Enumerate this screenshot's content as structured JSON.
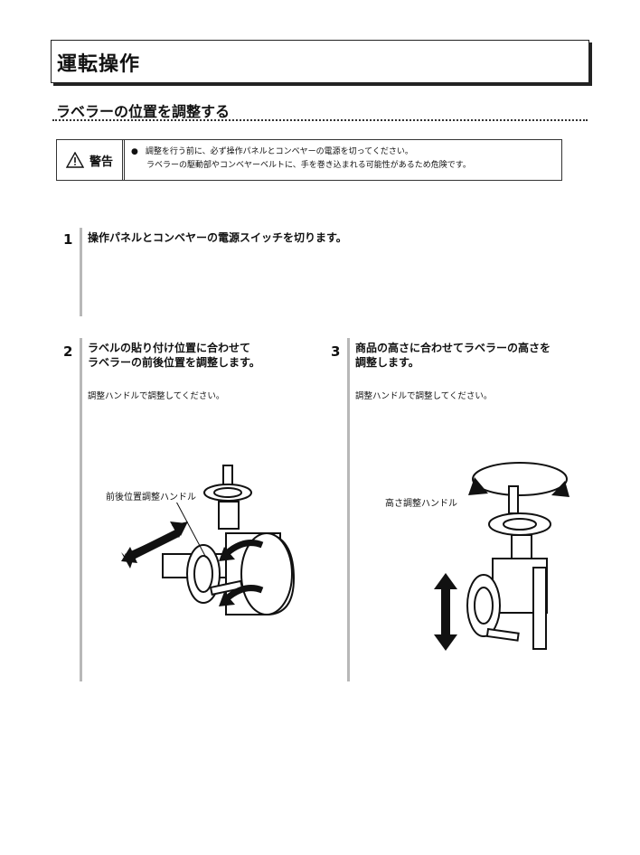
{
  "chapter": {
    "title": "運転操作"
  },
  "section": {
    "title": "ラベラーの位置を調整する"
  },
  "warning": {
    "label": "警告",
    "bullet": "●",
    "line1": "調整を行う前に、必ず操作パネルとコンベヤーの電源を切ってください。",
    "line2": "ラベラーの駆動部やコンベヤーベルトに、手を巻き込まれる可能性があるため危険です。"
  },
  "steps": [
    {
      "number": "1",
      "title_line1": "操作パネルとコンベヤーの電源スイッチを切ります。"
    },
    {
      "number": "2",
      "title_line1": "ラベルの貼り付け位置に合わせて",
      "title_line2": "ラベラーの前後位置を調整します。",
      "note": "調整ハンドルで調整してください。",
      "figure_label": "前後位置調整ハンドル"
    },
    {
      "number": "3",
      "title_line1": "商品の高さに合わせてラベラーの高さを",
      "title_line2": "調整します。",
      "note": "調整ハンドルで調整してください。",
      "figure_label": "高さ調整ハンドル"
    }
  ]
}
